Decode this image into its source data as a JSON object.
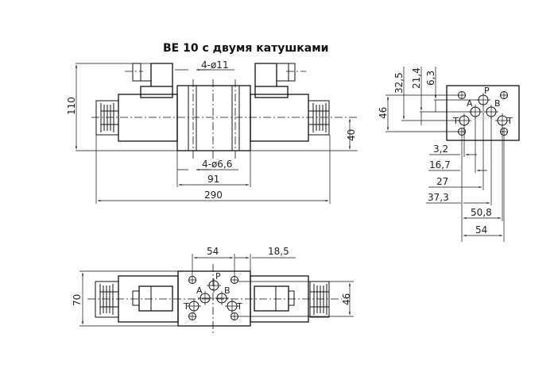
{
  "title": "BE 10  с двумя катушками",
  "front_view": {
    "dims": {
      "height": "110",
      "axis_height": "40",
      "holes_top": "4-ø11",
      "holes_bottom": "4-ø6,6",
      "body_width": "91",
      "total_length": "290"
    }
  },
  "side_view": {
    "vertical_dims": {
      "d32_5": "32,5",
      "d21_4": "21,4",
      "d6_3": "6,3",
      "d46": "46"
    },
    "horizontal_dims": [
      "3,2",
      "16,7",
      "27",
      "37,3",
      "50,8",
      "54"
    ],
    "ports": {
      "p": "P",
      "a": "A",
      "b": "B",
      "t": "T"
    }
  },
  "top_view": {
    "dims": {
      "height": "70",
      "port_height": "46",
      "hole_spacing": "54",
      "offset": "18,5"
    },
    "ports": {
      "p": "P",
      "a": "A",
      "b": "B",
      "t": "T"
    }
  }
}
